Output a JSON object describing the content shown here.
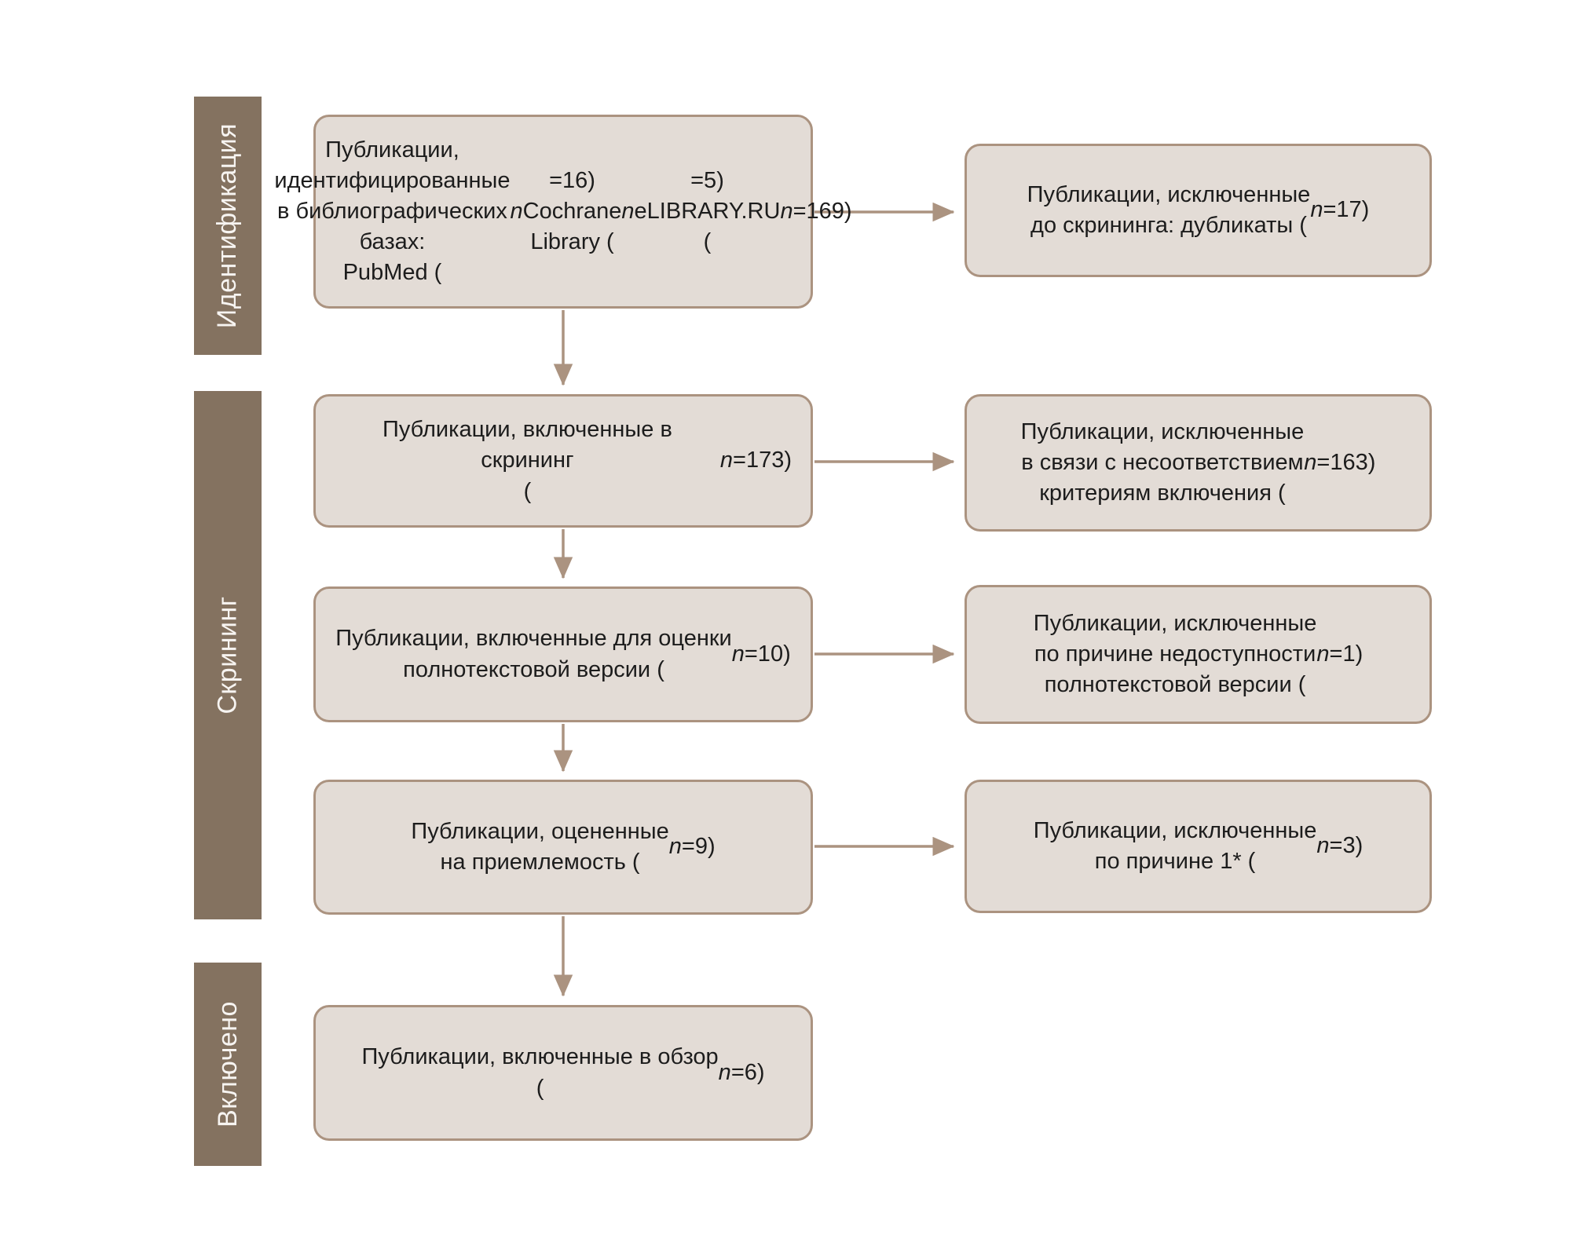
{
  "diagram": {
    "type": "flowchart-prisma",
    "stages": [
      {
        "label": "Идентификация"
      },
      {
        "label": "Скрининг"
      },
      {
        "label": "Включено"
      }
    ],
    "main_boxes": [
      {
        "lines": [
          "Публикации, идентифицированные",
          "в библиографических базах:",
          "PubMed (n=16)",
          "Cochrane Library (n=5)",
          "eLIBRARY.RU (n=169)"
        ]
      },
      {
        "lines": [
          "Публикации, включенные в скрининг",
          "(n=173)"
        ]
      },
      {
        "lines": [
          "Публикации, включенные для оценки",
          "полнотекстовой версии (n=10)"
        ]
      },
      {
        "lines": [
          "Публикации, оцененные",
          "на приемлемость (n=9)"
        ]
      },
      {
        "lines": [
          "Публикации, включенные в обзор",
          "(n=6)"
        ]
      }
    ],
    "exclusion_boxes": [
      {
        "lines": [
          "Публикации, исключенные",
          "до скрининга: дубликаты (n=17)"
        ]
      },
      {
        "lines": [
          "Публикации, исключенные",
          "в связи с несоответствием",
          "критериям включения (n=163)"
        ]
      },
      {
        "lines": [
          "Публикации, исключенные",
          "по причине недоступности",
          "полнотекстовой версии (n=1)"
        ]
      },
      {
        "lines": [
          "Публикации, исключенные",
          "по причине 1* (n=3)"
        ]
      }
    ],
    "counts": {
      "pubmed": 16,
      "cochrane_library": 5,
      "elibrary_ru": 169,
      "duplicates_excluded": 17,
      "screened": 173,
      "excluded_criteria": 163,
      "fulltext_assessed": 10,
      "excluded_no_fulltext": 1,
      "eligibility_assessed": 9,
      "excluded_reason_1": 3,
      "included_in_review": 6
    },
    "colors": {
      "stage_bar": "#847260",
      "stage_text": "#F7F4F1",
      "box_fill": "#E3DCD6",
      "box_border": "#AB9380",
      "arrow": "#AB9380",
      "text": "#1C1C1C",
      "background": "#FFFFFF"
    }
  }
}
